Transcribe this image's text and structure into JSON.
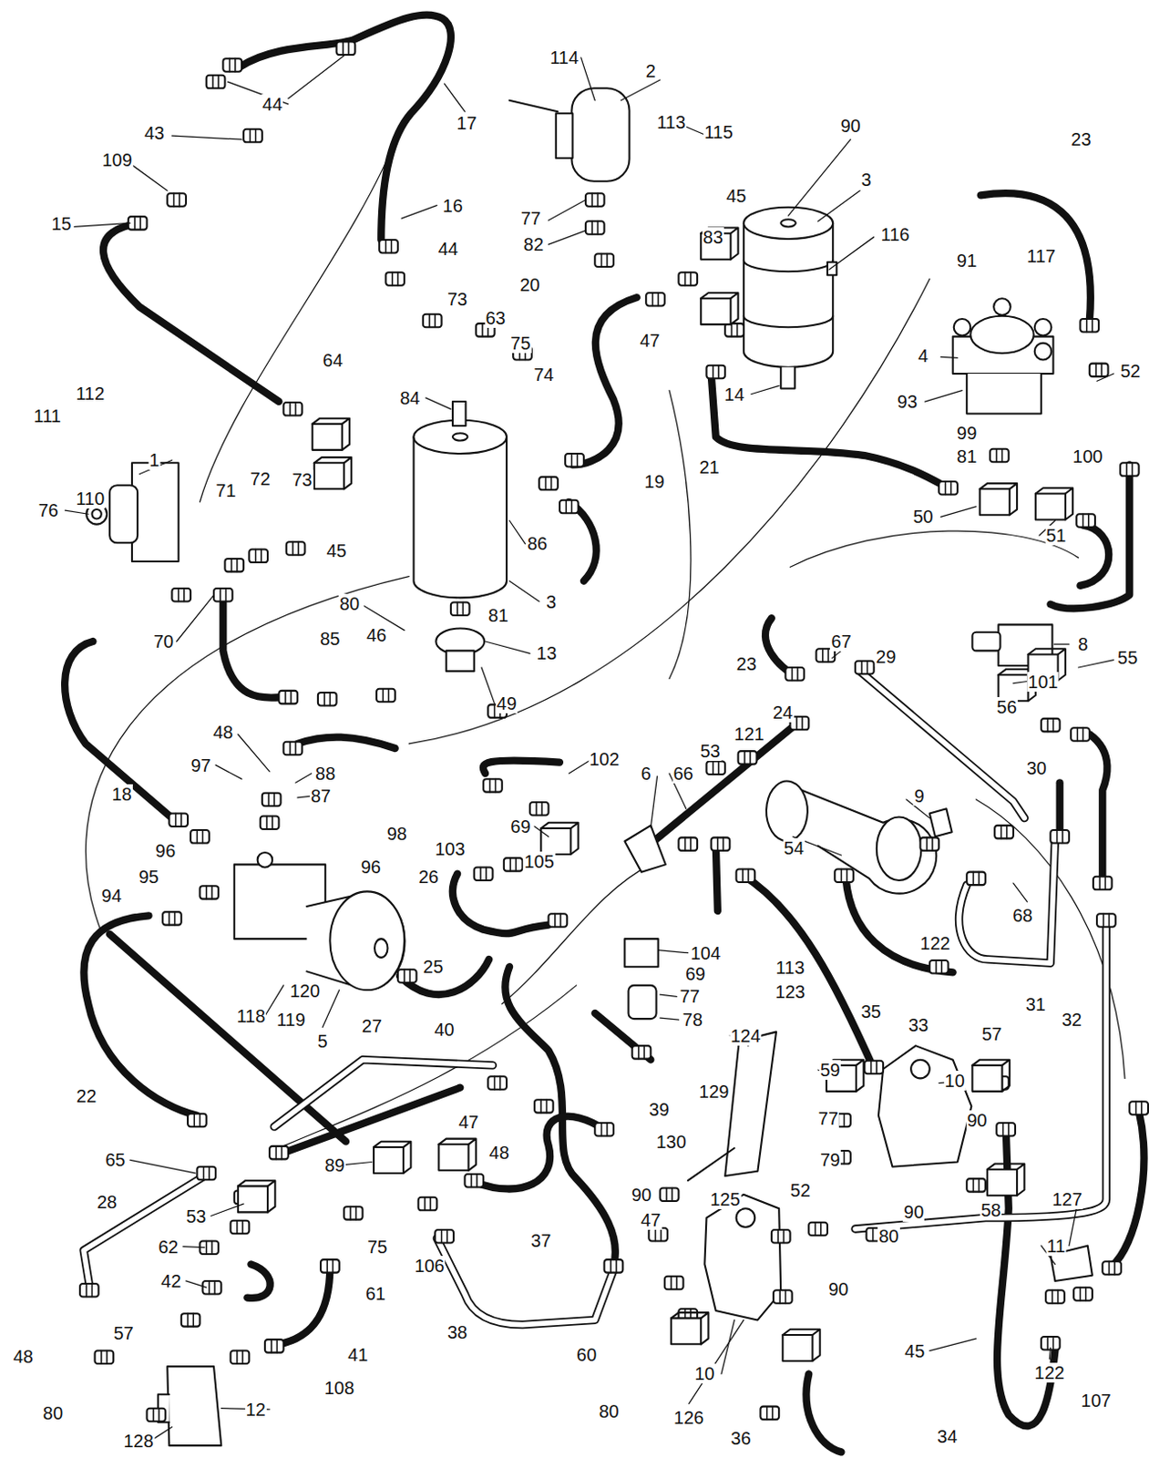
{
  "diagram": {
    "labels": [
      "114",
      "2",
      "90",
      "3",
      "23",
      "113",
      "115",
      "44",
      "17",
      "43",
      "109",
      "15",
      "16",
      "77",
      "82",
      "45",
      "83",
      "116",
      "91",
      "117",
      "20",
      "44",
      "73",
      "63",
      "75",
      "74",
      "47",
      "4",
      "52",
      "93",
      "14",
      "99",
      "81",
      "100",
      "111",
      "112",
      "84",
      "19",
      "21",
      "64",
      "50",
      "51",
      "1",
      "71",
      "72",
      "73",
      "76",
      "110",
      "86",
      "45",
      "3",
      "80",
      "81",
      "13",
      "85",
      "46",
      "70",
      "49",
      "8",
      "101",
      "55",
      "67",
      "29",
      "23",
      "24",
      "56",
      "30",
      "48",
      "97",
      "88",
      "87",
      "98",
      "96",
      "96",
      "95",
      "94",
      "18",
      "102",
      "121",
      "53",
      "66",
      "6",
      "9",
      "54",
      "69",
      "103",
      "105",
      "26",
      "104",
      "69",
      "77",
      "78",
      "113",
      "123",
      "25",
      "118",
      "119",
      "120",
      "5",
      "122",
      "68",
      "35",
      "33",
      "31",
      "32",
      "22",
      "27",
      "40",
      "124",
      "57",
      "10",
      "59",
      "129",
      "77",
      "79",
      "90",
      "39",
      "47",
      "48",
      "65",
      "130",
      "89",
      "53",
      "28",
      "62",
      "42",
      "75",
      "106",
      "61",
      "90",
      "125",
      "52",
      "37",
      "90",
      "80",
      "58",
      "90",
      "47",
      "127",
      "57",
      "41",
      "48",
      "108",
      "38",
      "60",
      "10",
      "45",
      "11",
      "122",
      "107",
      "80",
      "12",
      "128",
      "80",
      "126",
      "36",
      "34"
    ]
  }
}
